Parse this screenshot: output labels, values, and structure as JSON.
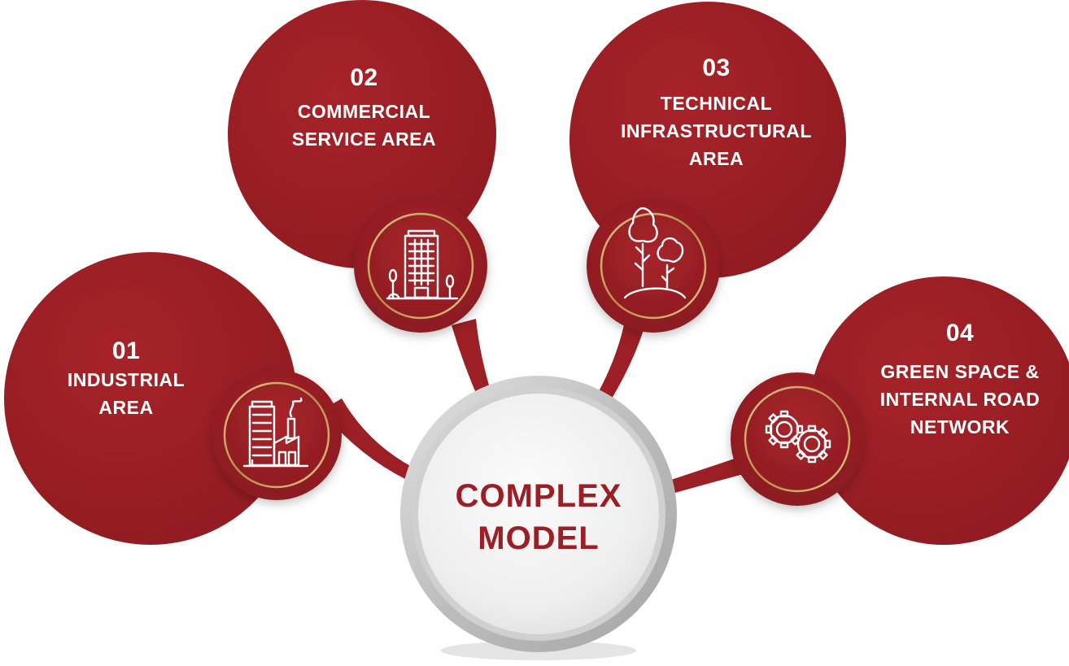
{
  "center": {
    "line1": "COMPLEX",
    "line2": "MODEL"
  },
  "areas": [
    {
      "number": "01",
      "lines": [
        "INDUSTRIAL",
        "AREA"
      ],
      "icon": "factory-icon"
    },
    {
      "number": "02",
      "lines": [
        "COMMERCIAL",
        "SERVICE AREA"
      ],
      "icon": "office-building-icon"
    },
    {
      "number": "03",
      "lines": [
        "TECHNICAL",
        "INFRASTRUCTURAL",
        "AREA"
      ],
      "icon": "trees-icon"
    },
    {
      "number": "04",
      "lines": [
        "GREEN SPACE &",
        "INTERNAL ROAD",
        "NETWORK"
      ],
      "icon": "gears-icon"
    }
  ],
  "colors": {
    "primary": "#9b1f24",
    "ring": "#c8a060",
    "center_fill": "#f2f2f2",
    "center_rim": "#c9c9c9"
  }
}
